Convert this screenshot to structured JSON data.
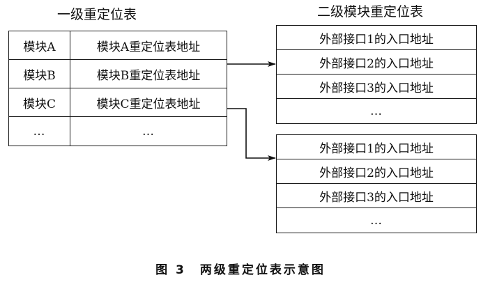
{
  "level1": {
    "title": "一级重定位表",
    "rows": [
      {
        "module": "模块A",
        "address": "模块A重定位表地址"
      },
      {
        "module": "模块B",
        "address": "模块B重定位表地址"
      },
      {
        "module": "模块C",
        "address": "模块C重定位表地址"
      },
      {
        "module": "…",
        "address": "…"
      }
    ]
  },
  "level2": {
    "title": "二级模块重定位表",
    "tables": [
      {
        "rows": [
          "外部接口1的入口地址",
          "外部接口2的入口地址",
          "外部接口3的入口地址",
          "…"
        ]
      },
      {
        "rows": [
          "外部接口1的入口地址",
          "外部接口2的入口地址",
          "外部接口3的入口地址",
          "…"
        ]
      }
    ]
  },
  "caption": "图 3　两级重定位表示意图"
}
